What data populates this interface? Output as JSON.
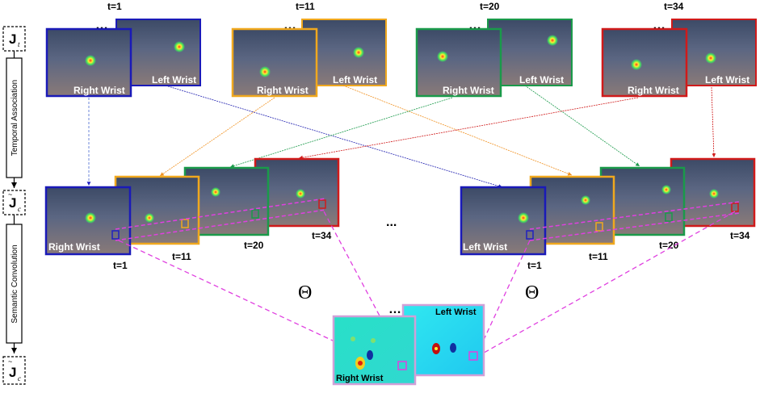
{
  "symbols": {
    "jt": "J",
    "jt_sub": "t",
    "jc": "J",
    "jc_sub": "c",
    "jc2": "J",
    "jc2_sub": "c",
    "theta": "Θ",
    "ellipsis": "…",
    "dots": "..."
  },
  "stages": {
    "temporal": "Temporal Association",
    "semantic": "Semantic Convolution"
  },
  "times": [
    "t=1",
    "t=11",
    "t=20",
    "t=34"
  ],
  "joints": {
    "right": "Right Wrist",
    "left": "Left Wrist"
  },
  "colors": {
    "t1": "#1a1ab8",
    "t11": "#f0a81e",
    "t20": "#1a9a4a",
    "t34": "#d01a1a",
    "magenta": "#e040e0",
    "frame_bg": "#5a6680",
    "heatmap_bg": "#33ddcc"
  }
}
